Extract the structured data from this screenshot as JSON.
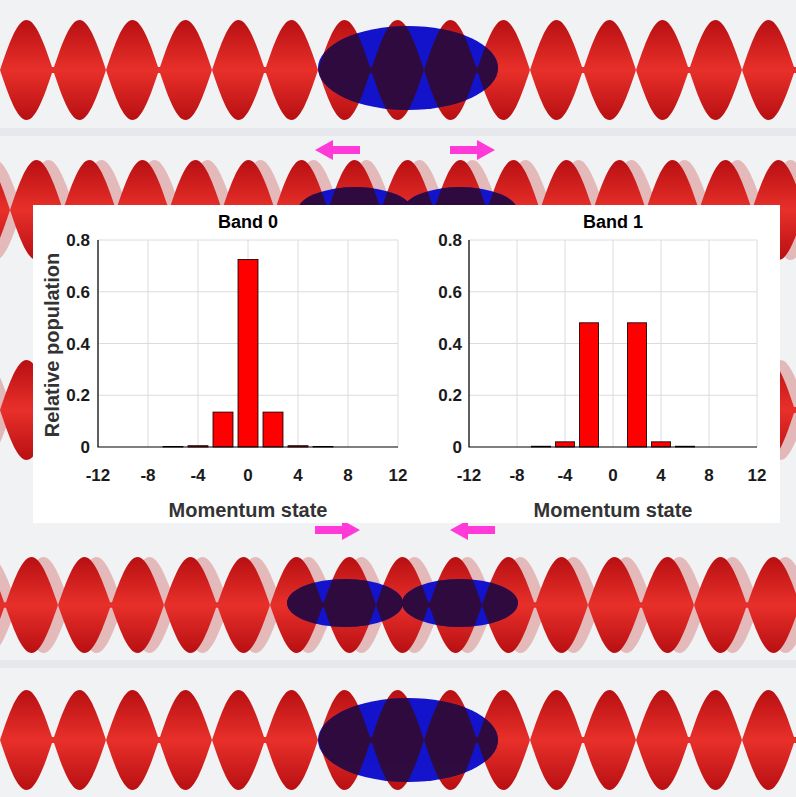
{
  "diagram": {
    "labels": [
      "Band 0",
      "Relative population",
      "0.8",
      "0.6",
      "0.4",
      "0.2",
      "0",
      "-12",
      "-8",
      "-4",
      "0",
      "4",
      "8",
      "12",
      "Momentum state",
      "Band 1",
      "0.8",
      "0.6",
      "0.4",
      "0.2",
      "0",
      "-12",
      "-8",
      "-4",
      "0",
      "4",
      "8",
      "12",
      "Momentum state"
    ]
  }
}
